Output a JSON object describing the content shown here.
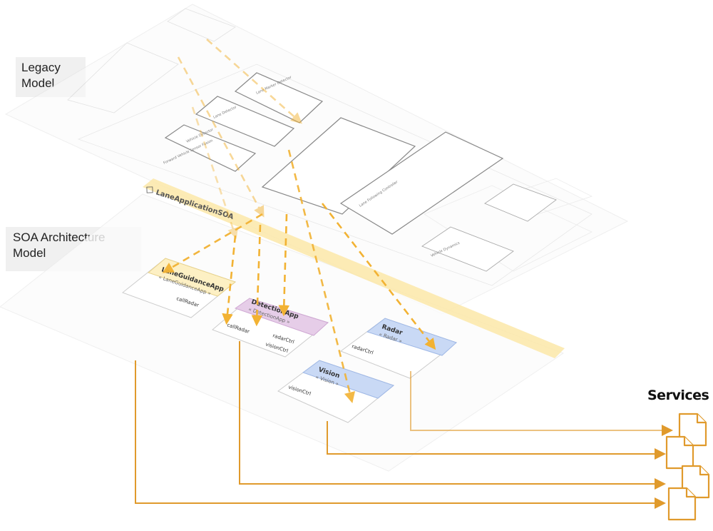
{
  "labels": {
    "legacy_model": "Legacy\nModel",
    "soa_model": "SOA Architecture\nModel",
    "services": "Services"
  },
  "soa_plane_title": "LaneApplicationSOA",
  "components": [
    {
      "name": "LaneGuidanceApp",
      "stereotype": "« LaneGuidanceApp »",
      "port": "callRadar",
      "color": "#fdf0c4"
    },
    {
      "name": "DetectionApp",
      "stereotype": "« DetectionApp »",
      "ports": [
        "callRadar",
        "radarCtrl",
        "visionCtrl"
      ],
      "color": "#e6cde8"
    },
    {
      "name": "Radar",
      "stereotype": "« Radar »",
      "port": "radarCtrl",
      "color": "#c9d9f5"
    },
    {
      "name": "Vision",
      "stereotype": "« Vision »",
      "port": "visionCtrl",
      "color": "#c9d9f5"
    }
  ],
  "legacy_blocks": [
    "Lane Marker Detector",
    "Lane Detector",
    "Vehicle Detector",
    "Forward Vehicle Sensor Fusion",
    "Lane Following Controller",
    "Vehicle Dynamics"
  ],
  "colors": {
    "accent": "#e09a2c",
    "dashed": "#f2b233",
    "soa_band": "#fbe7a8"
  }
}
